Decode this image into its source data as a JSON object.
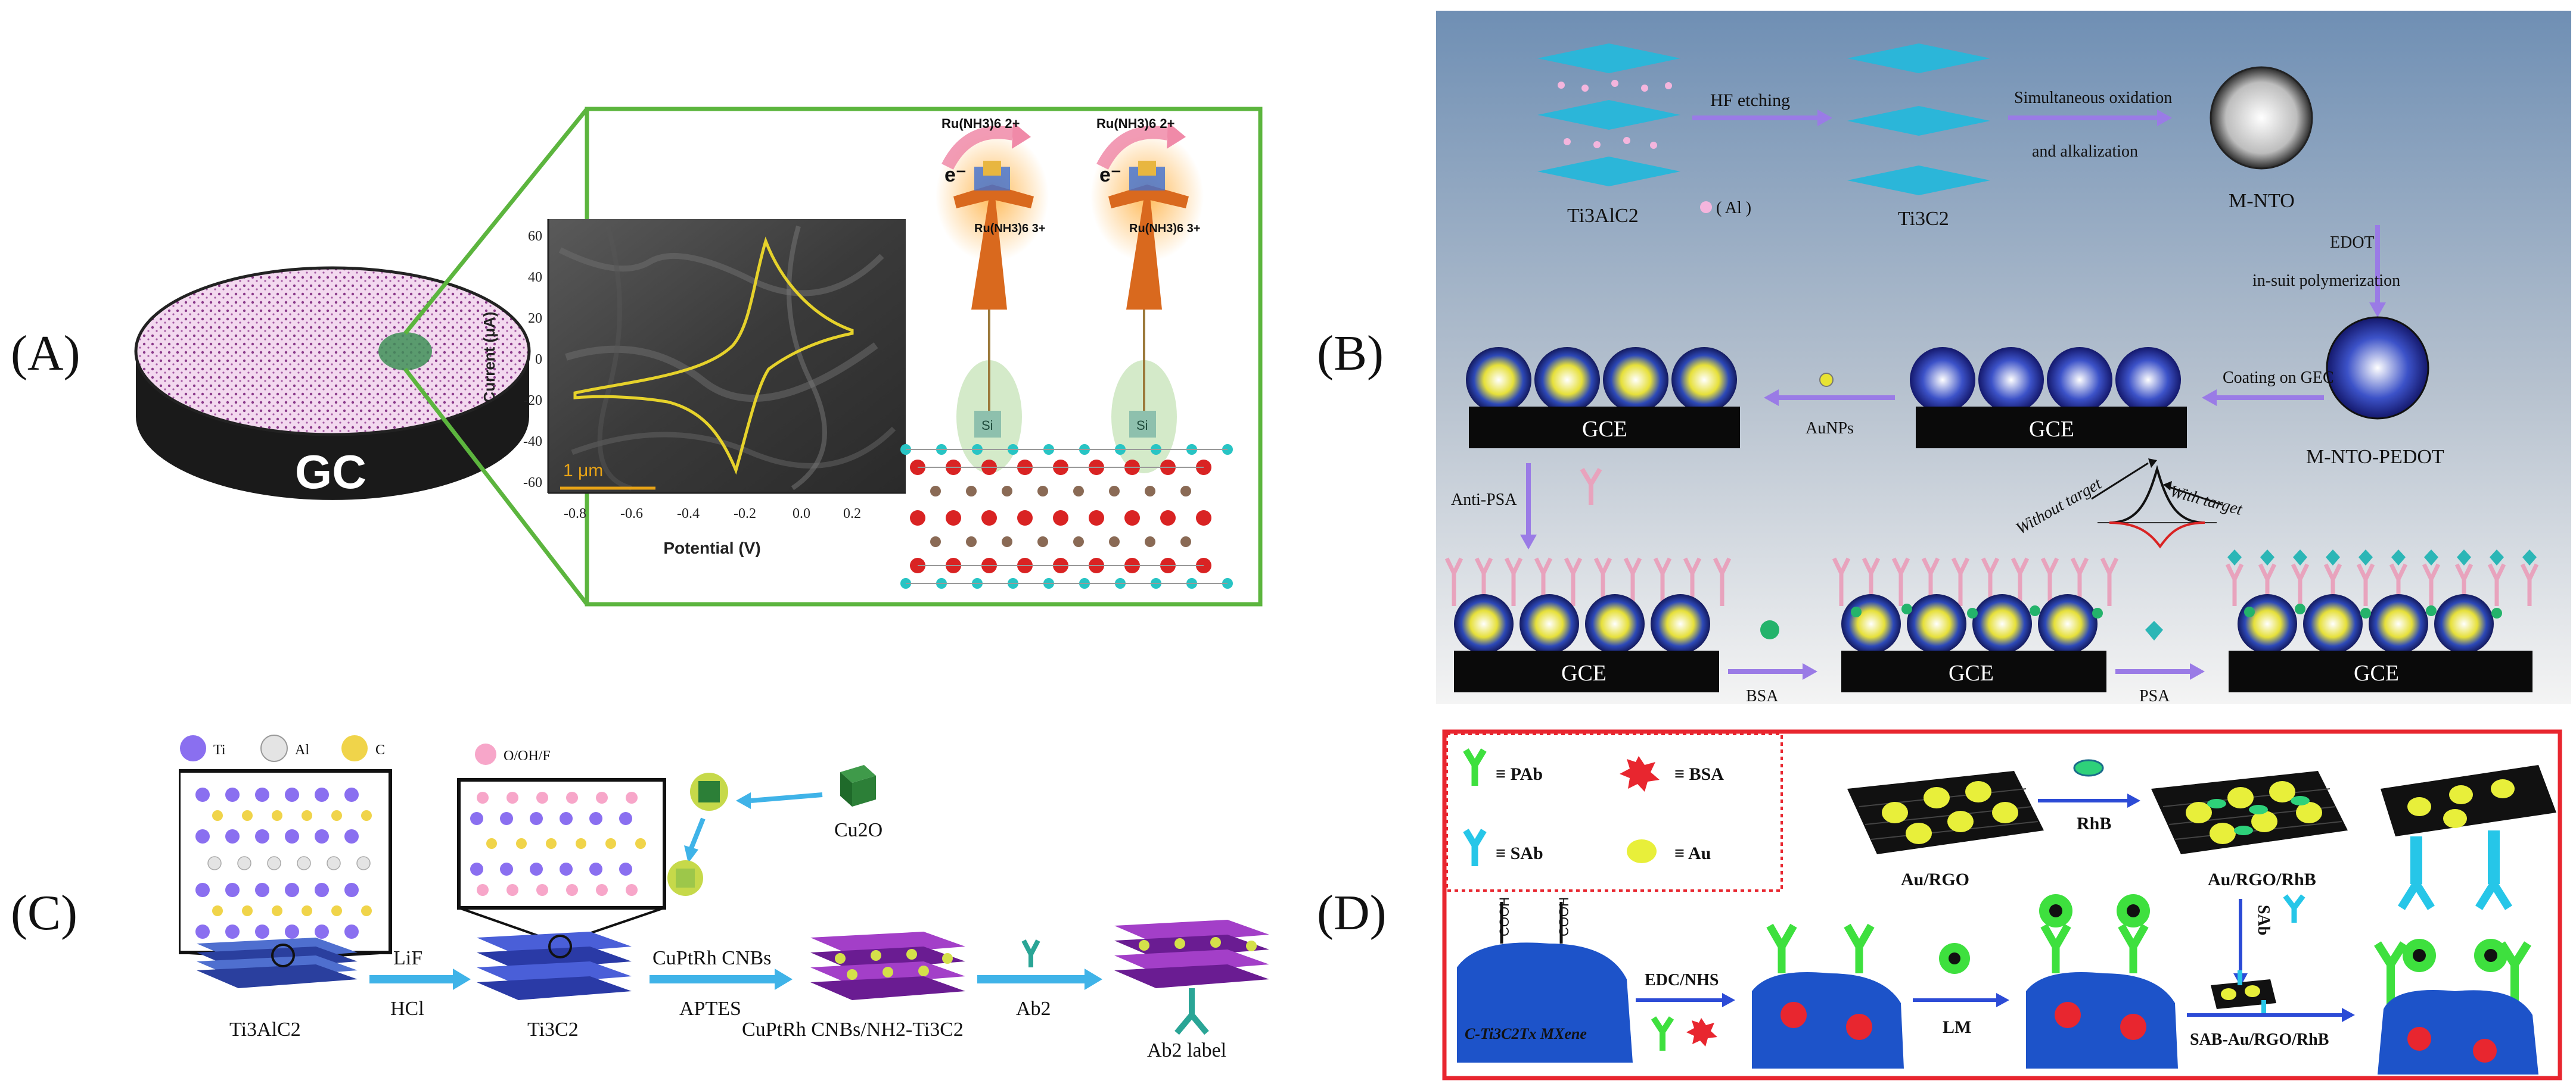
{
  "panels": {
    "a": {
      "label": "(A)"
    },
    "b": {
      "label": "(B)"
    },
    "c": {
      "label": "(C)"
    },
    "d": {
      "label": "(D)"
    }
  },
  "panel_a": {
    "disk_label": "GC",
    "scale_bar": "1 μm",
    "ylabel": "Current (μA)",
    "xlabel": "Potential (V)",
    "yticks": [
      "60",
      "40",
      "20",
      "0",
      "-20",
      "-40",
      "-60"
    ],
    "xticks": [
      "-0.8",
      "-0.6",
      "-0.4",
      "-0.2",
      "0.0",
      "0.2"
    ],
    "redox_top": "Ru(NH3)6 2+",
    "redox_bottom": "Ru(NH3)6 3+",
    "electron": "e⁻",
    "si_label": "Si"
  },
  "panel_b": {
    "ti3alc2": "Ti3AlC2",
    "al_legend": "( Al )",
    "hf": "HF etching",
    "ti3c2": "Ti3C2",
    "oxidation_1": "Simultaneous oxidation",
    "oxidation_2": "and alkalization",
    "mnto": "M-NTO",
    "edot_1": "EDOT",
    "edot_2": "in-suit polymerization",
    "mntopedot": "M-NTO-PEDOT",
    "coating": "Coating on GEC",
    "gce": "GCE",
    "aunps": "AuNPs",
    "anti_psa": "Anti-PSA",
    "bsa": "BSA",
    "psa": "PSA",
    "without_target": "Without target",
    "with_target": "With target"
  },
  "panel_c": {
    "ti": "Ti",
    "al": "Al",
    "c": "C",
    "ohf": "O/OH/F",
    "cu2o": "Cu2O",
    "lif": "LiF",
    "hcl": "HCl",
    "ti3alc2": "Ti3AlC2",
    "ti3c2": "Ti3C2",
    "cnbs": "CuPtRh CNBs",
    "aptes": "APTES",
    "cnbs_nh2": "CuPtRh CNBs/NH2-Ti3C2",
    "ab2": "Ab2",
    "ab2_label": "Ab2 label"
  },
  "panel_d": {
    "pab": "≡ PAb",
    "bsa": "≡ BSA",
    "sab": "≡ SAb",
    "au": "≡ Au",
    "au_rgo": "Au/RGO",
    "rhb": "RhB",
    "au_rgo_rhb": "Au/RGO/RhB",
    "sab_arrow": "SAb",
    "cooh": "COOH",
    "mxene": "C-Ti3C2Tx MXene",
    "edc": "EDC/NHS",
    "lm": "LM",
    "sab_final": "SAB-Au/RGO/RhB"
  },
  "colors": {
    "panel_a_frame": "#5cb53e",
    "panel_d_frame": "#e8262f",
    "arrow_purple": "#9a7be6",
    "arrow_blue": "#2c4bd6",
    "cv_curve": "#e6d22b"
  }
}
